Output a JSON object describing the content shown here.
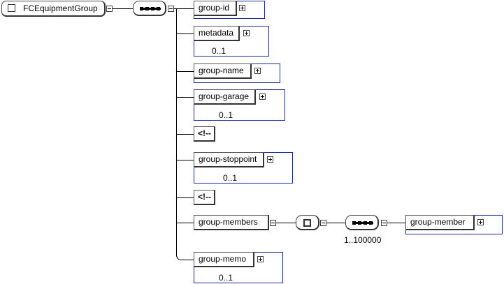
{
  "root": {
    "name": "FCEquipmentGroup",
    "icon": "element-icon"
  },
  "children": [
    {
      "name": "group-id",
      "occurrence": ""
    },
    {
      "name": "metadata",
      "occurrence": "0..1"
    },
    {
      "name": "group-name",
      "occurrence": ""
    },
    {
      "name": "group-garage",
      "occurrence": "0..1"
    },
    {
      "comment": "<!--"
    },
    {
      "name": "group-stoppoint",
      "occurrence": "0..1"
    },
    {
      "comment": "<!--"
    },
    {
      "name": "group-members",
      "occurrence": ""
    },
    {
      "name": "group-memo",
      "occurrence": "0..1"
    }
  ],
  "members_sequence": {
    "occurrence": "1..100000"
  },
  "group_member": {
    "name": "group-member"
  }
}
